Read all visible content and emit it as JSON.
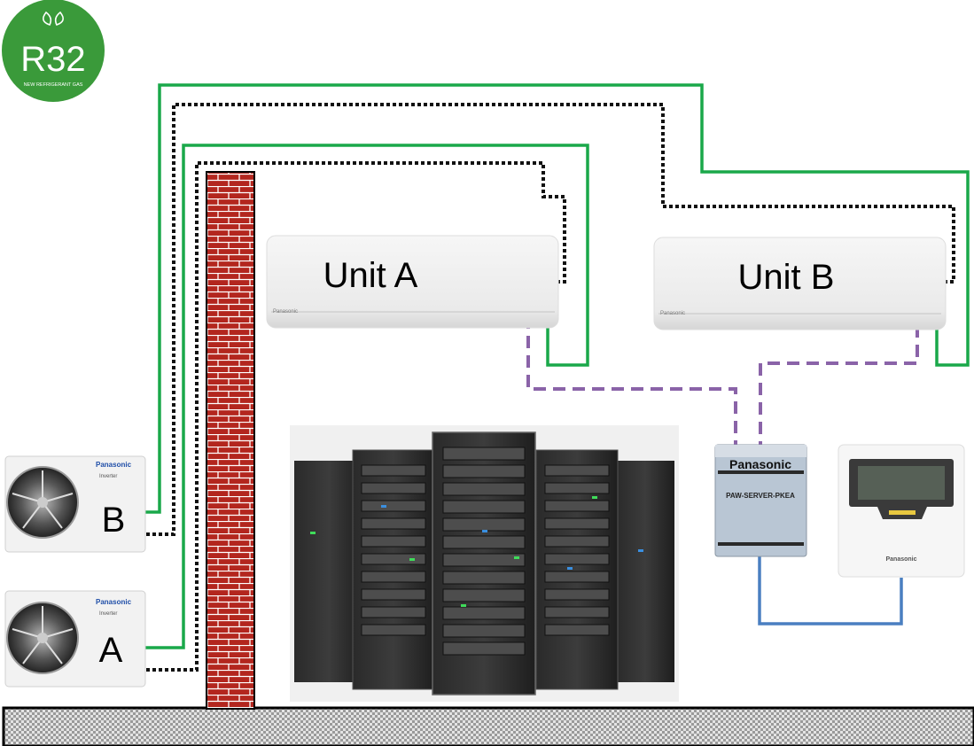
{
  "badge": {
    "text": "R32",
    "subtext": "NEW REFRIGERANT GAS"
  },
  "indoor_units": [
    {
      "label": "Unit A",
      "brand": "Panasonic"
    },
    {
      "label": "Unit B",
      "brand": "Panasonic"
    }
  ],
  "outdoor_units": [
    {
      "label": "B",
      "brand": "Panasonic",
      "sub": "Inverter"
    },
    {
      "label": "A",
      "brand": "Panasonic",
      "sub": "Inverter"
    }
  ],
  "server_module": {
    "brand": "Panasonic",
    "model": "PAW-SERVER-PKEA"
  },
  "controller": {
    "brand": "Panasonic"
  },
  "colors": {
    "refrigerant_pipe": "#1aa84a",
    "drain_pipe": "#111111",
    "control_link_dashed": "#8a63a8",
    "control_wire": "#4a7fc1",
    "brick": "#b3261e",
    "badge_green": "#3a9a3a"
  },
  "icons": [
    "leaf-icon",
    "fan-icon",
    "brick-wall",
    "server-rack-icon"
  ]
}
